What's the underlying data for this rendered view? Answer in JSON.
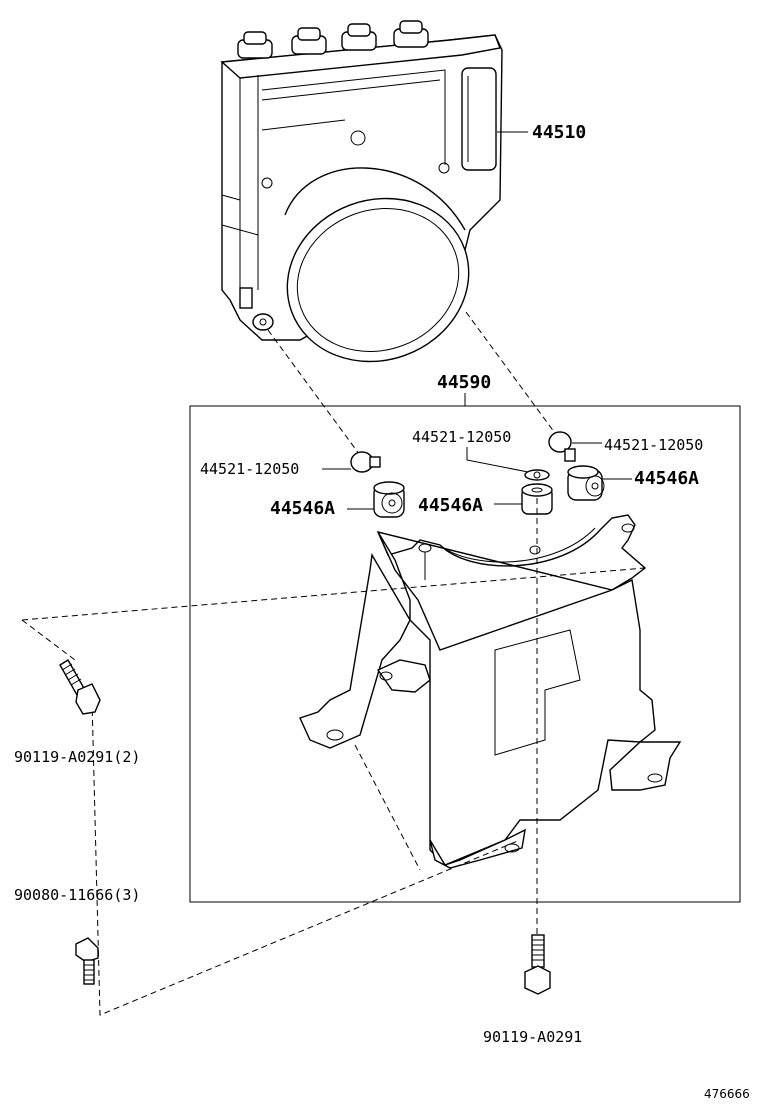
{
  "labels": {
    "abs_actuator": "44510",
    "bracket_assy": "44590",
    "stud_left": "44521-12050",
    "stud_center": "44521-12050",
    "stud_right": "44521-12050",
    "cushion_left": "44546A",
    "cushion_center": "44546A",
    "cushion_right": "44546A",
    "bolt_left": "90119-A0291(2)",
    "bolt_bottom_left": "90080-11666(3)",
    "bolt_bottom": "90119-A0291",
    "diagram_id": "476666"
  }
}
